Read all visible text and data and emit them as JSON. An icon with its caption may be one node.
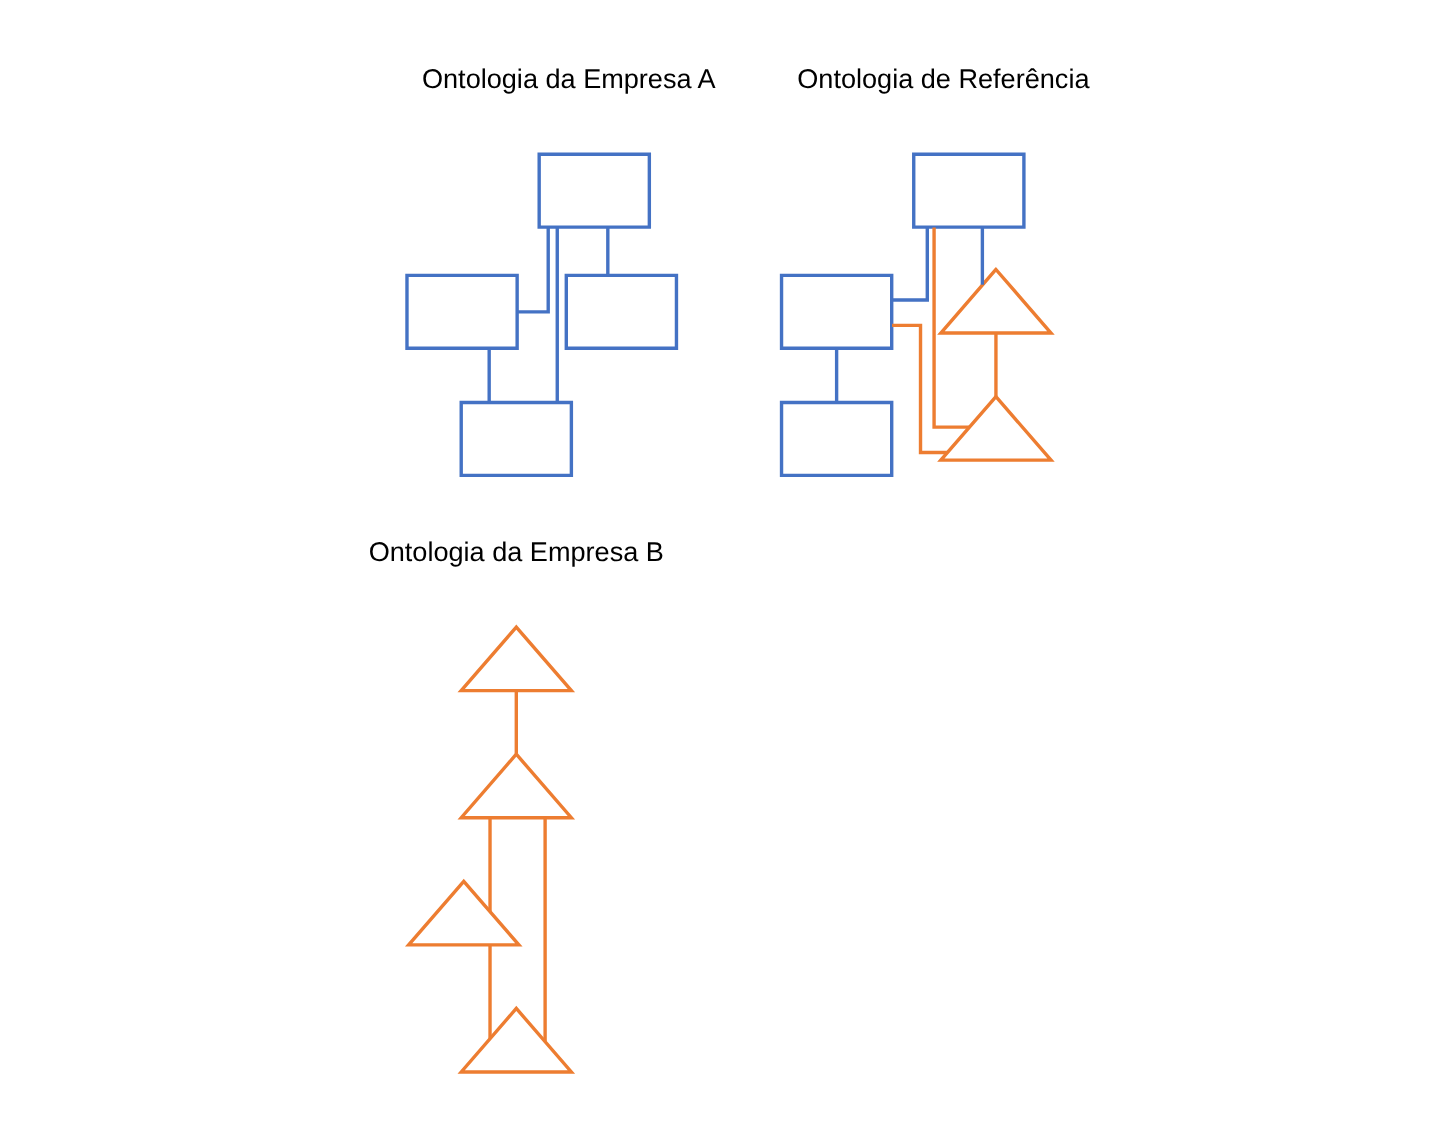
{
  "diagram": {
    "nodes": [
      {
        "text": [],
        "shape": "box"
      },
      {
        "text": [],
        "shape": "box"
      },
      {
        "text": [],
        "shape": "box"
      },
      {
        "text": [],
        "shape": "box"
      },
      {
        "text": [],
        "shape": "triangle"
      },
      {
        "text": [],
        "shape": "triangle"
      },
      {
        "text": [],
        "shape": "triangle"
      },
      {
        "text": [],
        "shape": "triangle"
      },
      {
        "text": [],
        "shape": "box"
      },
      {
        "text": [],
        "shape": "box"
      },
      {
        "text": [],
        "shape": "triangle"
      },
      {
        "text": [],
        "shape": "triangle"
      },
      {
        "text": [],
        "shape": "box"
      }
    ],
    "edges": [
      {
        "from": 0,
        "to": 2,
        "arrow": "none"
      },
      {
        "from": 0,
        "to": 1,
        "arrow": "none"
      },
      {
        "from": 0,
        "to": 3,
        "arrow": "none"
      },
      {
        "from": 1,
        "to": 3,
        "arrow": "none"
      },
      {
        "from": 4,
        "to": 5,
        "arrow": "none",
        "color": "#ed7d31"
      },
      {
        "from": 5,
        "to": 6,
        "arrow": "none",
        "color": "#ed7d31"
      },
      {
        "from": 5,
        "to": 7,
        "arrow": "none",
        "color": "#ed7d31"
      },
      {
        "from": 6,
        "to": 7,
        "arrow": "none",
        "color": "#ed7d31"
      },
      {
        "from": 8,
        "to": 10,
        "arrow": "none"
      },
      {
        "from": 8,
        "to": 9,
        "arrow": "none"
      },
      {
        "from": 9,
        "to": 12,
        "arrow": "none"
      },
      {
        "from": 8,
        "to": 11,
        "arrow": "none",
        "color": "#ed7d31"
      },
      {
        "from": 9,
        "to": 11,
        "arrow": "none",
        "color": "#ed7d31"
      },
      {
        "from": 10,
        "to": 11,
        "arrow": "none",
        "color": "#ed7d31"
      }
    ],
    "labels": [
      "Ontologia da Empresa A",
      "Ontologia de Referência",
      "Ontologia da Empresa B"
    ]
  }
}
